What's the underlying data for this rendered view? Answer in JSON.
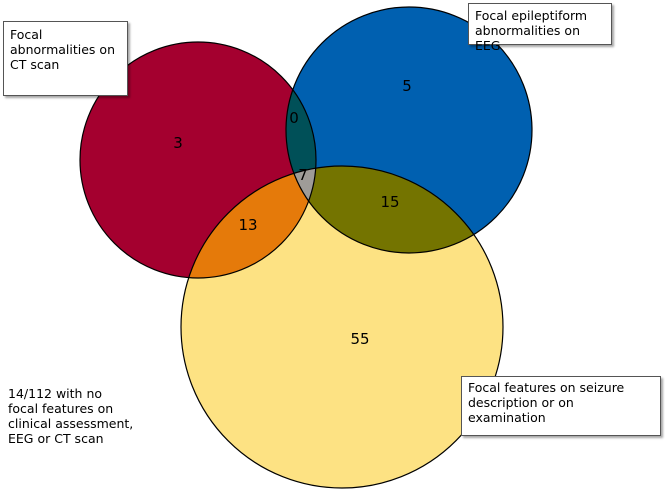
{
  "colors": {
    "ct_only": "#a4002f",
    "eeg_only": "#0060b0",
    "clinical_only": "#fde283",
    "ct_eeg": "#005058",
    "ct_clinical": "#e57a0a",
    "eeg_clinical": "#747400",
    "all_three": "#9f9c98",
    "outline": "#000000"
  },
  "labels": {
    "ct": [
      "Focal",
      "abnormalities on",
      "CT scan"
    ],
    "eeg": [
      "Focal epileptiform",
      "abnormalities on EEG"
    ],
    "clinical": [
      "Focal  features on seizure",
      "description  or on",
      "examination"
    ]
  },
  "counts": {
    "ct_only": "3",
    "eeg_only": "5",
    "clinical_only": "55",
    "ct_eeg": "0",
    "ct_clinical": "13",
    "eeg_clinical": "15",
    "all_three": "7"
  },
  "note": [
    "14/112 with no",
    "focal features on",
    "clinical assessment,",
    "EEG or CT scan"
  ]
}
